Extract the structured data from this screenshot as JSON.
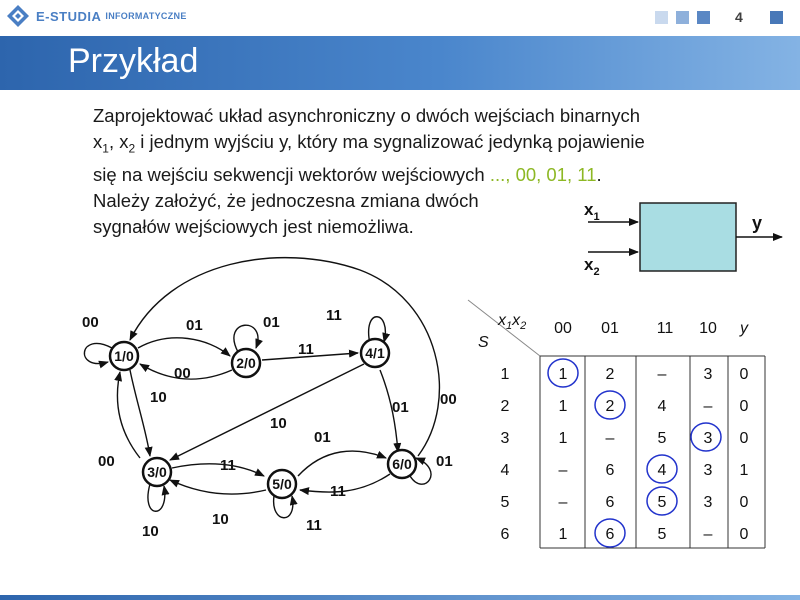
{
  "header": {
    "logo_text": "E-STUDIA",
    "logo_sub": "INFORMATYCZNE",
    "page_number": "4",
    "square_colors": [
      "#c9d9ee",
      "#8eb0db",
      "#5a87c4"
    ]
  },
  "slide": {
    "title": "Przykład",
    "para_line1": "Zaprojektować układ asynchroniczny o dwóch wejściach binarnych",
    "x1": "x",
    "x1_sub": "1",
    "comma": ", ",
    "x2": "x",
    "x2_sub": "2",
    "para_line2_rest": " i jednym wyjściu y, który ma sygnalizować jedynką pojawienie",
    "para_line3": "się na wejściu sekwencji wektorów wejściowych ",
    "sequence": "..., 00, 01, 11",
    "period": ".",
    "para_line4": "Należy założyć, że jednoczesna zmiana dwóch",
    "para_line5": "sygnałów wejściowych jest niemożliwa."
  },
  "block": {
    "in1": "x",
    "in1_sub": "1",
    "in2": "x",
    "in2_sub": "2",
    "out": "y"
  },
  "graph": {
    "states": [
      "1/0",
      "2/0",
      "4/1",
      "3/0",
      "5/0",
      "6/0"
    ],
    "edge_labels": [
      "00",
      "01",
      "01",
      "11",
      "00",
      "11",
      "10",
      "10",
      "01",
      "01",
      "00",
      "00",
      "11",
      "01",
      "11",
      "10",
      "10",
      "11"
    ]
  },
  "table": {
    "corner_top": "x",
    "corner_sub1": "1",
    "corner_mid": "x",
    "corner_sub2": "2",
    "corner_left": "S",
    "columns": [
      "00",
      "01",
      "11",
      "10",
      "y"
    ],
    "rows": [
      {
        "s": "1",
        "cells": [
          "1",
          "2",
          "–",
          "3",
          "0"
        ]
      },
      {
        "s": "2",
        "cells": [
          "1",
          "2",
          "4",
          "–",
          "0"
        ]
      },
      {
        "s": "3",
        "cells": [
          "1",
          "–",
          "5",
          "3",
          "0"
        ]
      },
      {
        "s": "4",
        "cells": [
          "–",
          "6",
          "4",
          "3",
          "1"
        ]
      },
      {
        "s": "5",
        "cells": [
          "–",
          "6",
          "5",
          "3",
          "0"
        ]
      },
      {
        "s": "6",
        "cells": [
          "1",
          "6",
          "5",
          "–",
          "0"
        ]
      }
    ]
  }
}
